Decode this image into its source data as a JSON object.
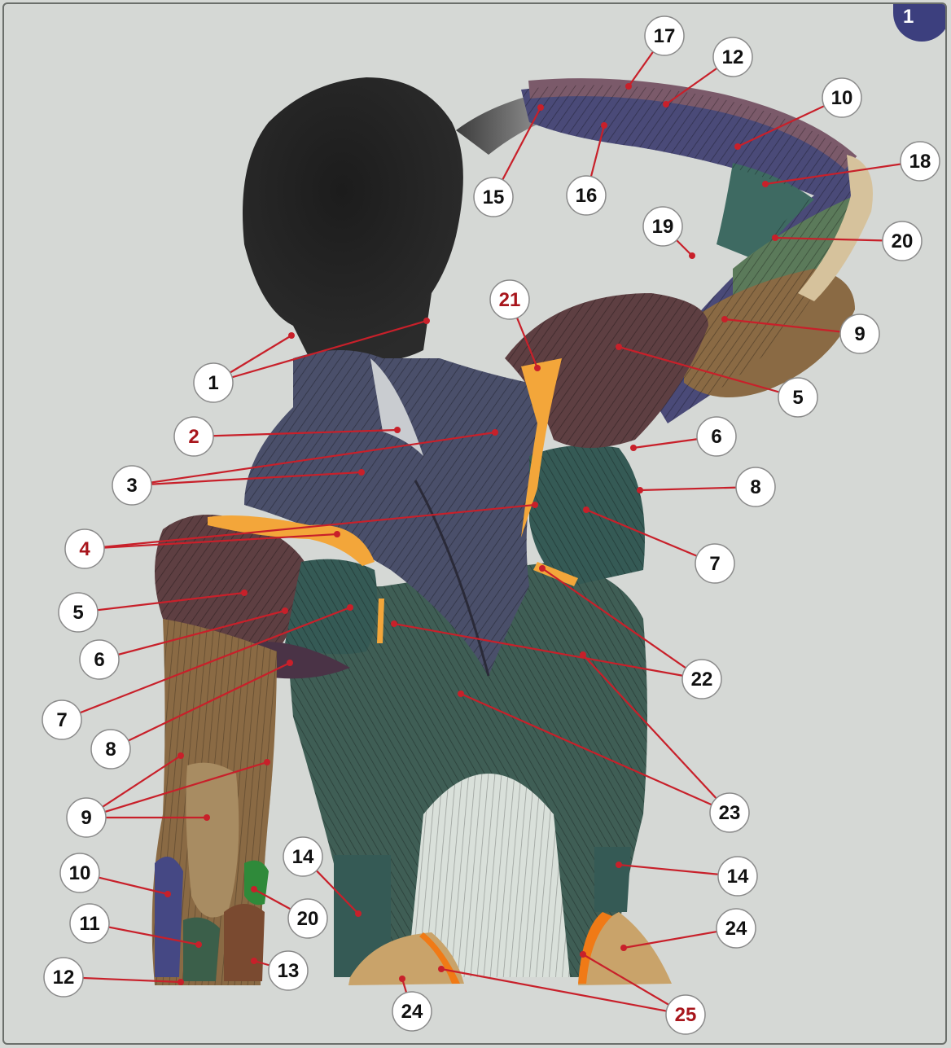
{
  "corner_tab": {
    "label": "1"
  },
  "colors": {
    "background": "#d5d8d5",
    "leader": "#c8202a",
    "label_black": "#111111",
    "label_red": "#a8161c",
    "bone": "#f3a63a",
    "trapezius": "#4a4f6a",
    "deltoid": "#5e3f42",
    "teres": "#355a55",
    "latissimus": "#3f5e55",
    "triceps": "#8a6a44",
    "gluteus": "#c9a36a"
  },
  "labels": [
    {
      "id": "l1",
      "text": "1",
      "red": false
    },
    {
      "id": "l2",
      "text": "2",
      "red": true
    },
    {
      "id": "l3",
      "text": "3",
      "red": false
    },
    {
      "id": "l4",
      "text": "4",
      "red": true
    },
    {
      "id": "l5a",
      "text": "5",
      "red": false
    },
    {
      "id": "l5b",
      "text": "5",
      "red": false
    },
    {
      "id": "l6a",
      "text": "6",
      "red": false
    },
    {
      "id": "l6b",
      "text": "6",
      "red": false
    },
    {
      "id": "l7a",
      "text": "7",
      "red": false
    },
    {
      "id": "l7b",
      "text": "7",
      "red": false
    },
    {
      "id": "l8a",
      "text": "8",
      "red": false
    },
    {
      "id": "l8b",
      "text": "8",
      "red": false
    },
    {
      "id": "l9a",
      "text": "9",
      "red": false
    },
    {
      "id": "l9b",
      "text": "9",
      "red": false
    },
    {
      "id": "l10a",
      "text": "10",
      "red": false
    },
    {
      "id": "l10b",
      "text": "10",
      "red": false
    },
    {
      "id": "l11",
      "text": "11",
      "red": false
    },
    {
      "id": "l12a",
      "text": "12",
      "red": false
    },
    {
      "id": "l12b",
      "text": "12",
      "red": false
    },
    {
      "id": "l13",
      "text": "13",
      "red": false
    },
    {
      "id": "l14a",
      "text": "14",
      "red": false
    },
    {
      "id": "l14b",
      "text": "14",
      "red": false
    },
    {
      "id": "l15",
      "text": "15",
      "red": false
    },
    {
      "id": "l16",
      "text": "16",
      "red": false
    },
    {
      "id": "l17",
      "text": "17",
      "red": false
    },
    {
      "id": "l18",
      "text": "18",
      "red": false
    },
    {
      "id": "l19",
      "text": "19",
      "red": false
    },
    {
      "id": "l20a",
      "text": "20",
      "red": false
    },
    {
      "id": "l20b",
      "text": "20",
      "red": false
    },
    {
      "id": "l21",
      "text": "21",
      "red": true
    },
    {
      "id": "l22",
      "text": "22",
      "red": false
    },
    {
      "id": "l23",
      "text": "23",
      "red": false
    },
    {
      "id": "l24a",
      "text": "24",
      "red": false
    },
    {
      "id": "l24b",
      "text": "24",
      "red": false
    },
    {
      "id": "l25",
      "text": "25",
      "red": true
    }
  ]
}
